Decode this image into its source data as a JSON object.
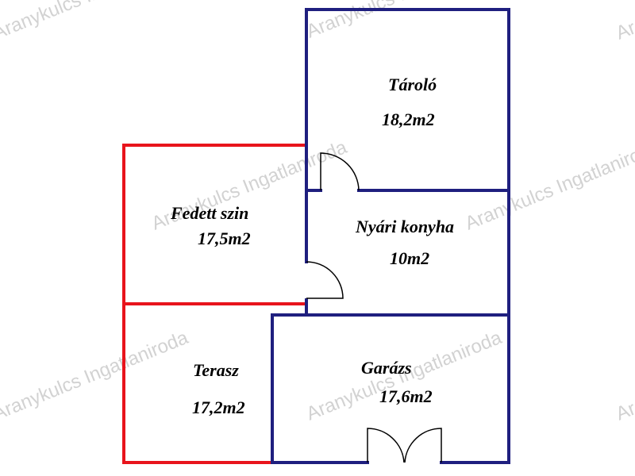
{
  "watermark": "Aranykulcs Ingatlaniroda",
  "colors": {
    "enclosed_wall": "#1f1f7f",
    "open_wall": "#e8141c",
    "door": "#000000",
    "watermark": "#d2d2d2"
  },
  "rooms": {
    "tarolo": {
      "name": "Tároló",
      "area": "18,2m2"
    },
    "fedett": {
      "name": "Fedett szin",
      "area": "17,5m2"
    },
    "nyari": {
      "name": "Nyári konyha",
      "area": "10m2"
    },
    "terasz": {
      "name": "Terasz",
      "area": "17,2m2"
    },
    "garazs": {
      "name": "Garázs",
      "area": "17,6m2"
    }
  }
}
